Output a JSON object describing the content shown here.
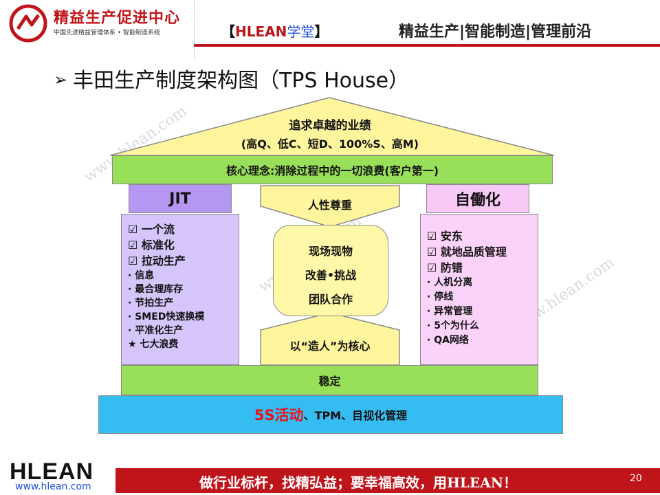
{
  "header": {
    "org_name": "精益生产促进中心",
    "org_subtitle": "中国先进精益管理体系 • 智能制造系统",
    "brand_left_bracket": "【",
    "brand_name": "HLEAN",
    "brand_suffix": "学堂",
    "brand_right_bracket": "】",
    "tagline": "精益生产|智能制造|管理前沿"
  },
  "slide_title": "丰田生产制度架构图（TPS House）",
  "watermark": "www.hlean.com",
  "house": {
    "roof_line1": "追求卓越的业绩",
    "roof_line2": "(高Q、低C、短D、100%S、高M)",
    "core_concept": "核心理念:消除过程中的一切浪费(客户第一)",
    "left_pillar": {
      "title": "JIT",
      "items_main": [
        "☑ 一个流",
        "☑ 标准化",
        "☑ 拉动生产"
      ],
      "items_sub": [
        "· 信息",
        "· 最合理库存",
        "· 节拍生产",
        "· SMED快速换模",
        "· 平准化生产",
        "★ 七大浪费"
      ]
    },
    "right_pillar": {
      "title": "自働化",
      "items_main": [
        "☑ 安东",
        "☑ 就地品质管理",
        "☑ 防错"
      ],
      "items_sub": [
        "· 人机分离",
        "· 停线",
        "· 异常管理",
        "· 5个为什么",
        "· QA网络"
      ]
    },
    "center_top": "人性尊重",
    "center_values": [
      "现场现物",
      "改善•挑战",
      "团队合作"
    ],
    "center_bottom": "以“造人”为核心",
    "stability": "稳定",
    "foundation_red": "5S活动",
    "foundation_rest": "、TPM、目视化管理"
  },
  "footer": {
    "logo": "HLEAN",
    "url": "www.hlean.com",
    "slogan": "做行业标杆，找精弘益；要幸福高效，用HLEAN！",
    "page_number": "20"
  },
  "colors": {
    "brand_red": "#c0141b",
    "roof_yellow": "#fff59d",
    "core_green": "#99e05a",
    "jit_purple": "#b597f2",
    "jido_pink": "#f8c8f6",
    "foundation_blue": "#35bdf2"
  }
}
